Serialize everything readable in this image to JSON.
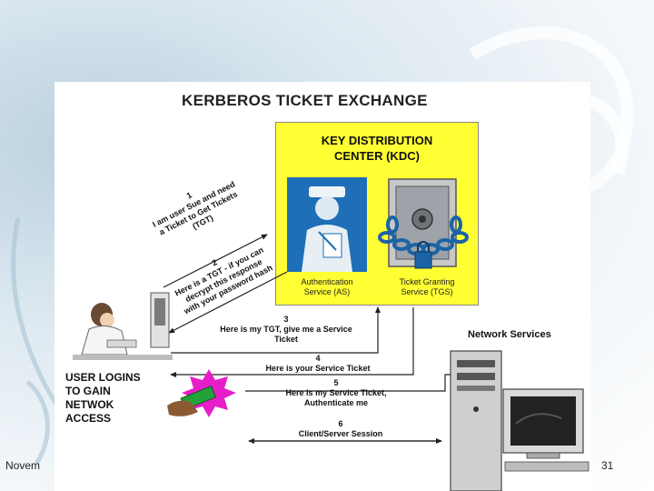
{
  "slide": {
    "footer_left": "Novem",
    "page_number": "31"
  },
  "diagram": {
    "title": "KERBEROS TICKET EXCHANGE",
    "kdc": {
      "title_line1": "KEY DISTRIBUTION",
      "title_line2": "CENTER (KDC)",
      "as_line1": "Authentication",
      "as_line2": "Service (AS)",
      "tgs_line1": "Ticket Granting",
      "tgs_line2": "Service (TGS)"
    },
    "steps": [
      {
        "num": "1",
        "line1": "I am user Sue and need",
        "line2": "a Ticket to Get Tickets",
        "line3": "(TGT)"
      },
      {
        "num": "2",
        "line1": "Here is a TGT - if you can",
        "line2": "decrypt this response",
        "line3": "with your password hash"
      },
      {
        "num": "3",
        "line1": "Here is my TGT, give me a Service",
        "line2": "Ticket"
      },
      {
        "num": "4",
        "line1": "Here is your Service Ticket"
      },
      {
        "num": "5",
        "line1": "Here is my Service Ticket,",
        "line2": "Authenticate me"
      },
      {
        "num": "6",
        "line1": "Client/Server Session"
      }
    ],
    "user_logins": [
      "USER LOGINS",
      "TO GAIN",
      "NETWOK",
      "ACCESS"
    ],
    "network_services": "Network Services",
    "icons": [
      "user-at-computer-icon",
      "authentication-officer-icon",
      "chained-safe-icon",
      "ticket-burst-icon",
      "server-computer-icon"
    ],
    "colors": {
      "kdc_fill": "#ffff33",
      "as_panel": "#1e6fb8",
      "burst": "#e61ec8",
      "arrow": "#222222"
    }
  }
}
